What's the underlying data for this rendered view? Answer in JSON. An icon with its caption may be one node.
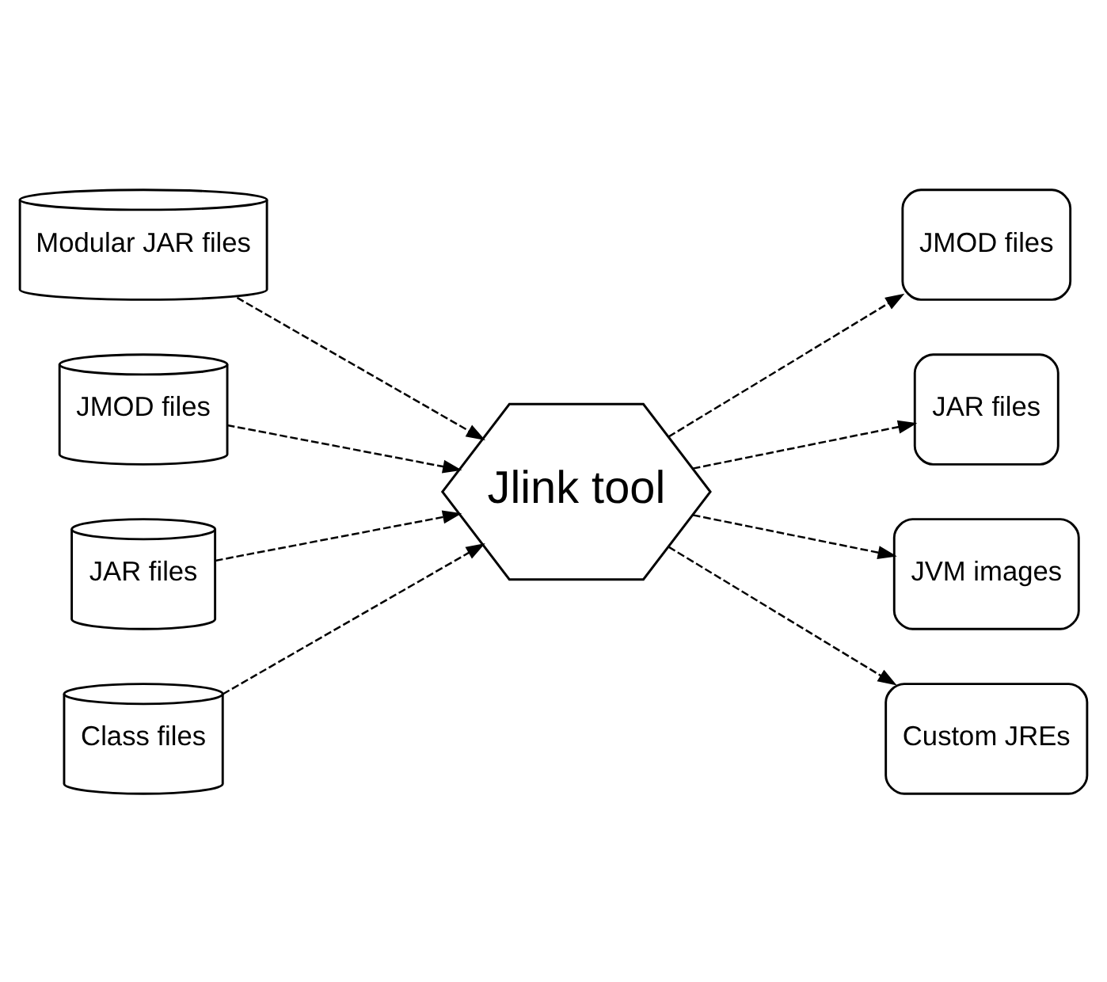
{
  "diagram": {
    "nodes": [
      {
        "text": [
          "Modular JAR files"
        ]
      },
      {
        "text": [
          "JMOD files"
        ]
      },
      {
        "text": [
          "JAR files"
        ]
      },
      {
        "text": [
          "Class files"
        ]
      },
      {
        "text": [
          "Jlink tool"
        ]
      },
      {
        "text": [
          "JMOD files"
        ]
      },
      {
        "text": [
          "JAR files"
        ]
      },
      {
        "text": [
          "JVM images"
        ]
      },
      {
        "text": [
          "Custom JREs"
        ]
      }
    ],
    "edges": [
      {
        "from": 0,
        "to": 4,
        "arrow": "to",
        "style": "dashed"
      },
      {
        "from": 1,
        "to": 4,
        "arrow": "to",
        "style": "dashed"
      },
      {
        "from": 2,
        "to": 4,
        "arrow": "to",
        "style": "dashed"
      },
      {
        "from": 3,
        "to": 4,
        "arrow": "to",
        "style": "dashed"
      },
      {
        "from": 4,
        "to": 5,
        "arrow": "to",
        "style": "dashed"
      },
      {
        "from": 4,
        "to": 6,
        "arrow": "to",
        "style": "dashed"
      },
      {
        "from": 4,
        "to": 7,
        "arrow": "to",
        "style": "dashed"
      },
      {
        "from": 4,
        "to": 8,
        "arrow": "to",
        "style": "dashed"
      }
    ]
  }
}
